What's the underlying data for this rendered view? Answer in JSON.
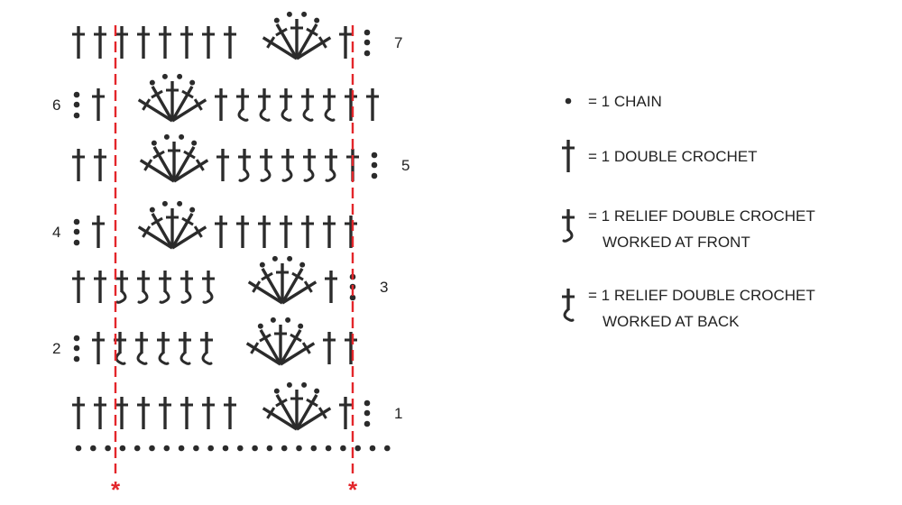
{
  "colors": {
    "ink": "#2b2b2b",
    "repeat_marker": "#e3262b",
    "background": "#ffffff"
  },
  "symbols": {
    "chain": "chain-symbol",
    "dc": "double-crochet-symbol",
    "fpdc": "front-post-double-crochet-symbol",
    "bpdc": "back-post-double-crochet-symbol"
  },
  "rows": [
    {
      "number": "1",
      "side": "right",
      "items": [
        [
          "dc",
          1
        ],
        [
          "dc",
          1
        ],
        [
          "dc",
          1
        ],
        [
          "dc",
          1
        ],
        [
          "dc",
          1
        ],
        [
          "dc",
          1
        ],
        [
          "dc",
          1
        ],
        [
          "dc",
          1
        ],
        [
          "fan",
          1
        ],
        [
          "dc",
          1
        ],
        [
          "turn",
          1
        ]
      ]
    },
    {
      "number": "2",
      "side": "left",
      "items": [
        [
          "turn",
          1
        ],
        [
          "dc",
          1
        ],
        [
          "bpdc",
          1
        ],
        [
          "bpdc",
          1
        ],
        [
          "bpdc",
          1
        ],
        [
          "bpdc",
          1
        ],
        [
          "bpdc",
          1
        ],
        [
          "gap",
          1
        ],
        [
          "fan",
          1
        ],
        [
          "dc",
          1
        ],
        [
          "dc",
          1
        ]
      ]
    },
    {
      "number": "3",
      "side": "right",
      "items": [
        [
          "dc",
          1
        ],
        [
          "dc",
          1
        ],
        [
          "fpdc",
          1
        ],
        [
          "fpdc",
          1
        ],
        [
          "fpdc",
          1
        ],
        [
          "fpdc",
          1
        ],
        [
          "fpdc",
          1
        ],
        [
          "gap",
          1
        ],
        [
          "fan",
          1
        ],
        [
          "dc",
          1
        ],
        [
          "turn",
          1
        ]
      ]
    },
    {
      "number": "4",
      "side": "left",
      "items": [
        [
          "turn",
          1
        ],
        [
          "dc",
          1
        ],
        [
          "gap",
          1
        ],
        [
          "fan",
          1
        ],
        [
          "dc",
          1
        ],
        [
          "dc",
          1
        ],
        [
          "dc",
          1
        ],
        [
          "dc",
          1
        ],
        [
          "dc",
          1
        ],
        [
          "dc",
          1
        ],
        [
          "dc",
          1
        ]
      ]
    },
    {
      "number": "5",
      "side": "right",
      "items": [
        [
          "dc",
          1
        ],
        [
          "dc",
          1
        ],
        [
          "gap",
          1
        ],
        [
          "fan",
          1
        ],
        [
          "dc",
          1
        ],
        [
          "fpdc",
          1
        ],
        [
          "fpdc",
          1
        ],
        [
          "fpdc",
          1
        ],
        [
          "fpdc",
          1
        ],
        [
          "fpdc",
          1
        ],
        [
          "dc",
          1
        ],
        [
          "turn",
          1
        ]
      ]
    },
    {
      "number": "6",
      "side": "left",
      "items": [
        [
          "turn",
          1
        ],
        [
          "dc",
          1
        ],
        [
          "gap",
          1
        ],
        [
          "fan",
          1
        ],
        [
          "dc",
          1
        ],
        [
          "bpdc",
          1
        ],
        [
          "bpdc",
          1
        ],
        [
          "bpdc",
          1
        ],
        [
          "bpdc",
          1
        ],
        [
          "bpdc",
          1
        ],
        [
          "dc",
          1
        ],
        [
          "dc",
          1
        ]
      ]
    },
    {
      "number": "7",
      "side": "right",
      "items": [
        [
          "dc",
          1
        ],
        [
          "dc",
          1
        ],
        [
          "dc",
          1
        ],
        [
          "dc",
          1
        ],
        [
          "dc",
          1
        ],
        [
          "dc",
          1
        ],
        [
          "dc",
          1
        ],
        [
          "dc",
          1
        ],
        [
          "fan",
          1
        ],
        [
          "dc",
          1
        ],
        [
          "turn",
          1
        ]
      ]
    }
  ],
  "foundation_chain_count": 22,
  "repeat_markers": [
    "*",
    "*"
  ],
  "legend": [
    {
      "symbol": "chain",
      "lines": [
        "= 1 CHAIN"
      ]
    },
    {
      "symbol": "dc",
      "lines": [
        "= 1 DOUBLE CROCHET"
      ]
    },
    {
      "symbol": "fpdc",
      "lines": [
        "= 1 RELIEF DOUBLE CROCHET",
        "WORKED AT FRONT"
      ]
    },
    {
      "symbol": "bpdc",
      "lines": [
        "= 1 RELIEF DOUBLE CROCHET",
        "WORKED AT BACK"
      ]
    }
  ]
}
